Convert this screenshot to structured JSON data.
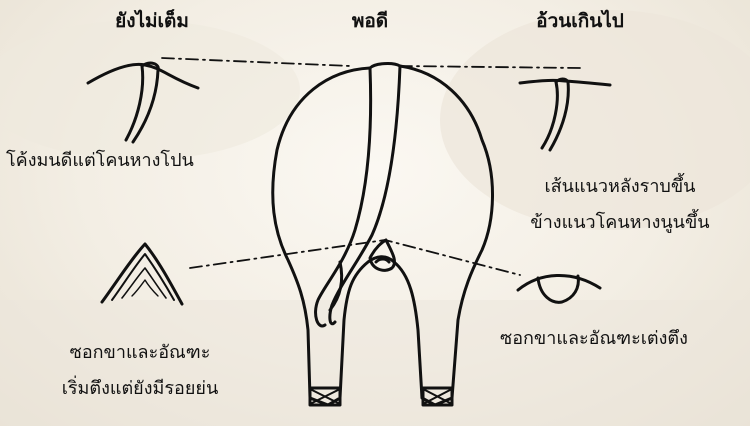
{
  "headers": {
    "underweight": "ยังไม่เต็ม",
    "ideal": "พอดี",
    "overweight": "อ้วนเกินไป"
  },
  "captions": {
    "underweight_tail": "โค้งมนดีแต่โคนหางโปน",
    "overweight_back_1": "เส้นแนวหลังราบขึ้น",
    "overweight_back_2": "ข้างแนวโคนหางนูนขึ้น",
    "underweight_groin_1": "ซอกขาและอัณฑะ",
    "underweight_groin_2": "เริ่มตึงแต่ยังมีรอยย่น",
    "overweight_groin": "ซอกขาและอัณฑะเต่งตึง"
  },
  "colors": {
    "ink": "#111111",
    "background": "#f5f1e8"
  }
}
